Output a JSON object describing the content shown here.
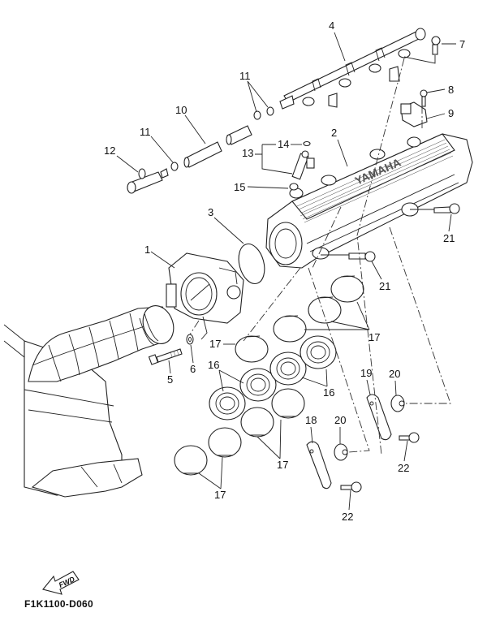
{
  "diagram": {
    "title": "Intake / Throttle Body Exploded Parts Diagram",
    "drawing_code": "F1K1100-D060",
    "direction_arrow": "FWD",
    "manifold_brand": "YAMAHA",
    "callouts": [
      {
        "id": "c1",
        "number": "1",
        "part": "throttle body"
      },
      {
        "id": "c2",
        "number": "2",
        "part": "intake manifold"
      },
      {
        "id": "c3",
        "number": "3",
        "part": "o-ring"
      },
      {
        "id": "c4",
        "number": "4",
        "part": "fuel rail / delivery pipe"
      },
      {
        "id": "c5",
        "number": "5",
        "part": "bolt"
      },
      {
        "id": "c6",
        "number": "6",
        "part": "washer"
      },
      {
        "id": "c7",
        "number": "7",
        "part": "bolt"
      },
      {
        "id": "c8",
        "number": "8",
        "part": "bolt"
      },
      {
        "id": "c9",
        "number": "9",
        "part": "sensor"
      },
      {
        "id": "c10",
        "number": "10",
        "part": "fuel hose"
      },
      {
        "id": "c11a",
        "number": "11",
        "part": "hose clamp"
      },
      {
        "id": "c11b",
        "number": "11",
        "part": "hose clamp"
      },
      {
        "id": "c12",
        "number": "12",
        "part": "fuel hose joint"
      },
      {
        "id": "c13",
        "number": "13",
        "part": "fuel injector"
      },
      {
        "id": "c14",
        "number": "14",
        "part": "o-ring"
      },
      {
        "id": "c15",
        "number": "15",
        "part": "seal"
      },
      {
        "id": "c16a",
        "number": "16",
        "part": "intake joint"
      },
      {
        "id": "c16b",
        "number": "16",
        "part": "intake joint"
      },
      {
        "id": "c17a",
        "number": "17",
        "part": "clamp"
      },
      {
        "id": "c17b",
        "number": "17",
        "part": "clamp"
      },
      {
        "id": "c17c",
        "number": "17",
        "part": "clamp"
      },
      {
        "id": "c17d",
        "number": "17",
        "part": "clamp"
      },
      {
        "id": "c18",
        "number": "18",
        "part": "bracket"
      },
      {
        "id": "c19",
        "number": "19",
        "part": "bracket"
      },
      {
        "id": "c20a",
        "number": "20",
        "part": "damper"
      },
      {
        "id": "c20b",
        "number": "20",
        "part": "damper"
      },
      {
        "id": "c21a",
        "number": "21",
        "part": "bolt"
      },
      {
        "id": "c21b",
        "number": "21",
        "part": "bolt"
      },
      {
        "id": "c22a",
        "number": "22",
        "part": "bolt"
      },
      {
        "id": "c22b",
        "number": "22",
        "part": "bolt"
      }
    ]
  }
}
